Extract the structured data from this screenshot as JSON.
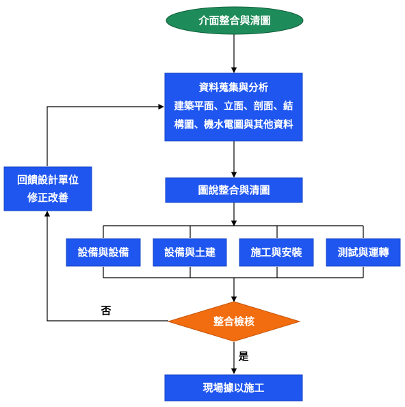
{
  "start": "介面整合與清圖",
  "collect": {
    "lines": [
      "資料蒐集與分析",
      "建築平面、立面、剖面、結",
      "構圖、機水電圖與其他資料"
    ]
  },
  "integrate": "圖說整合與清圖",
  "branches": [
    "設備與設備",
    "設備與土建",
    "施工與安裝",
    "測試與運轉"
  ],
  "decision": "整合檢核",
  "feedback": {
    "lines": [
      "回饋設計單位",
      "修正改善"
    ]
  },
  "no_label": "否",
  "yes_label": "是",
  "end": "現場據以施工",
  "colors": {
    "start_fill": "#1E8C5A",
    "box_fill": "#1F56F0",
    "decision_fill": "#F26D0F",
    "line": "#000000"
  }
}
